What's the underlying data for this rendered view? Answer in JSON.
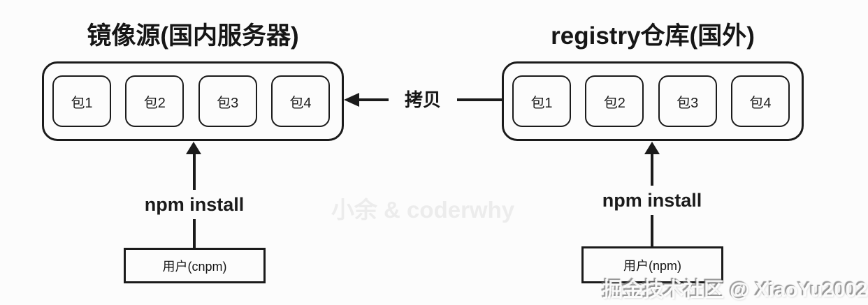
{
  "page": {
    "background_color": "#fcfcfc",
    "line_color": "#1b1b1b"
  },
  "left": {
    "title": "镜像源(国内服务器)",
    "packages": [
      "包1",
      "包2",
      "包3",
      "包4"
    ],
    "install_label": "npm install",
    "user_label": "用户(cnpm)"
  },
  "right": {
    "title": "registry仓库(国外)",
    "packages": [
      "包1",
      "包2",
      "包3",
      "包4"
    ],
    "install_label": "npm install",
    "user_label": "用户(npm)"
  },
  "copy_arrow": {
    "label": "拷贝",
    "direction": "right-to-left"
  },
  "watermarks": {
    "center": "小余 & coderwhy",
    "corner": "掘金技术社区 @ XiaoYu2002"
  }
}
